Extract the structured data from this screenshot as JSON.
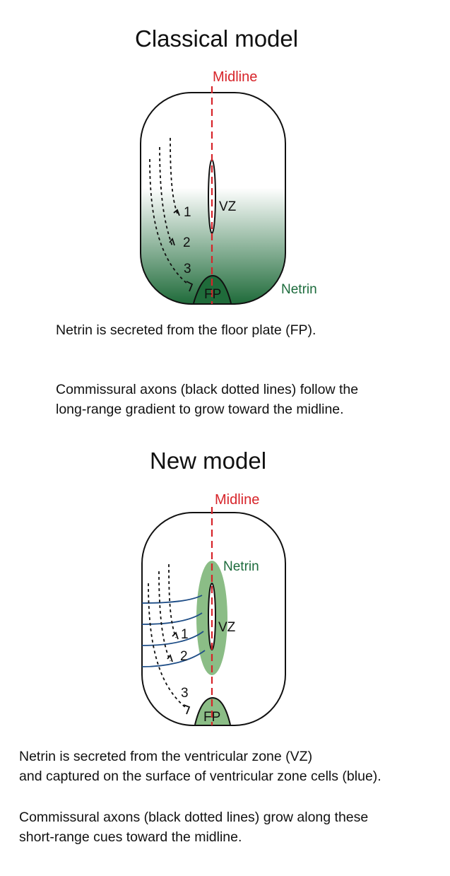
{
  "classical": {
    "title": "Classical model",
    "midline_label": "Midline",
    "netrin_label": "Netrin",
    "vz_label": "VZ",
    "fp_label": "FP",
    "axon_labels": [
      "1",
      "2",
      "3"
    ],
    "caption_1": "Netrin is secreted from the floor plate (FP).",
    "caption_2_line_1": "Commissural axons (black dotted lines) follow the",
    "caption_2_line_2": "long-range gradient to grow toward the midline."
  },
  "new": {
    "title": "New model",
    "midline_label": "Midline",
    "netrin_label": "Netrin",
    "vz_label": "VZ",
    "fp_label": "FP",
    "axon_labels": [
      "1",
      "2",
      "3"
    ],
    "caption_1_line_1": "Netrin is secreted from the ventricular zone (VZ)",
    "caption_1_line_2": "and captured on the surface of ventricular zone cells (blue).",
    "caption_2_line_1": "Commissural axons (black dotted lines) grow along these",
    "caption_2_line_2": "short-range cues toward the midline."
  },
  "colors": {
    "midline": "#d7242a",
    "netrin_text": "#1c6b3c",
    "gradient_dark": "#1f6b3a",
    "netrin_zone": "#8bbd86",
    "vz_cell_lines": "#1f4e87",
    "outline": "#111111"
  }
}
